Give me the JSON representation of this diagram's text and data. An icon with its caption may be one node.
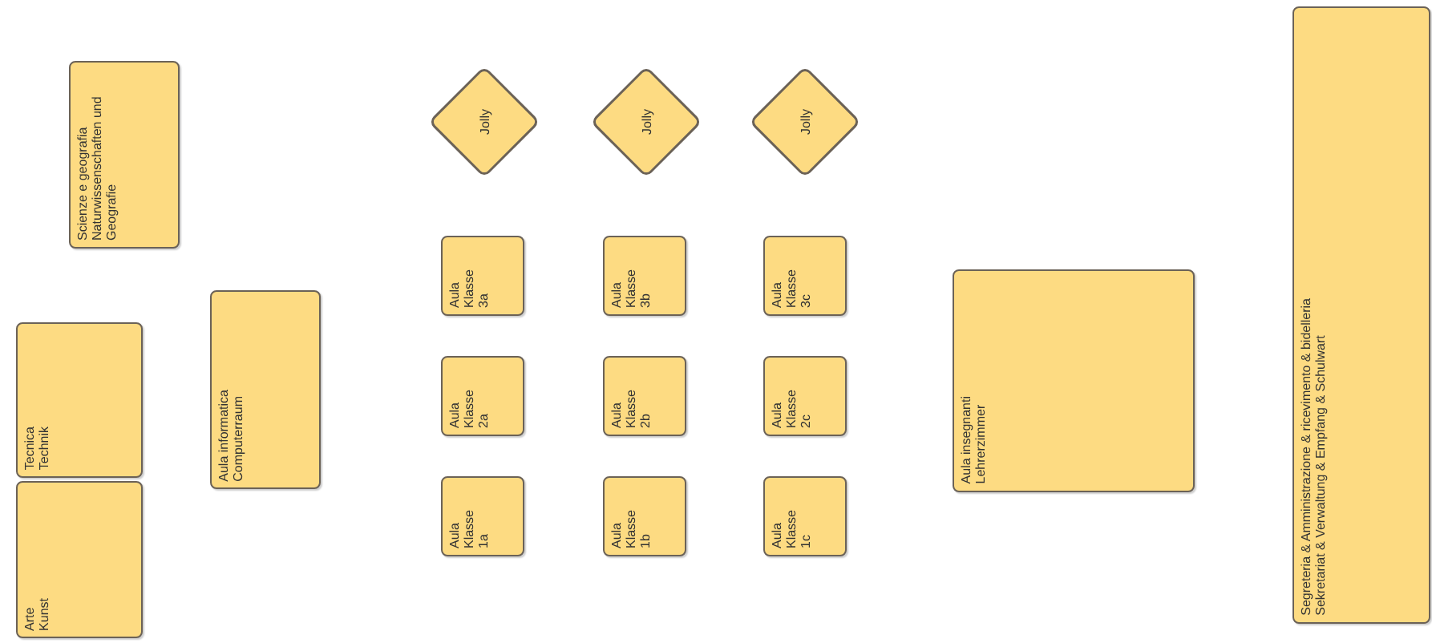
{
  "diagram": {
    "nodes": [
      {
        "text": [
          "Scienze e geografia",
          "Naturwissenschaften und Geografie"
        ]
      },
      {
        "text": [
          "Tecnica",
          "Technik"
        ]
      },
      {
        "text": [
          "Arte",
          "Kunst"
        ]
      },
      {
        "text": [
          "Aula informatica",
          "Computerraum"
        ]
      },
      {
        "text": [
          "Jolly"
        ]
      },
      {
        "text": [
          "Jolly"
        ]
      },
      {
        "text": [
          "Jolly"
        ]
      },
      {
        "text": [
          "Aula Klasse 3a"
        ]
      },
      {
        "text": [
          "Aula Klasse 3b"
        ]
      },
      {
        "text": [
          "Aula Klasse 3c"
        ]
      },
      {
        "text": [
          "Aula Klasse 2a"
        ]
      },
      {
        "text": [
          "Aula Klasse 2b"
        ]
      },
      {
        "text": [
          "Aula Klasse 2c"
        ]
      },
      {
        "text": [
          "Aula Klasse 1a"
        ]
      },
      {
        "text": [
          "Aula Klasse 1b"
        ]
      },
      {
        "text": [
          "Aula Klasse 1c"
        ]
      },
      {
        "text": [
          "Aula insegnanti",
          "Lehrerzimmer"
        ]
      },
      {
        "text": [
          "Segreteria & Amministrazione & ricevimento & bidelleria",
          "Sekretariat & Verwaltung & Empfang & Schulwart"
        ]
      }
    ]
  }
}
